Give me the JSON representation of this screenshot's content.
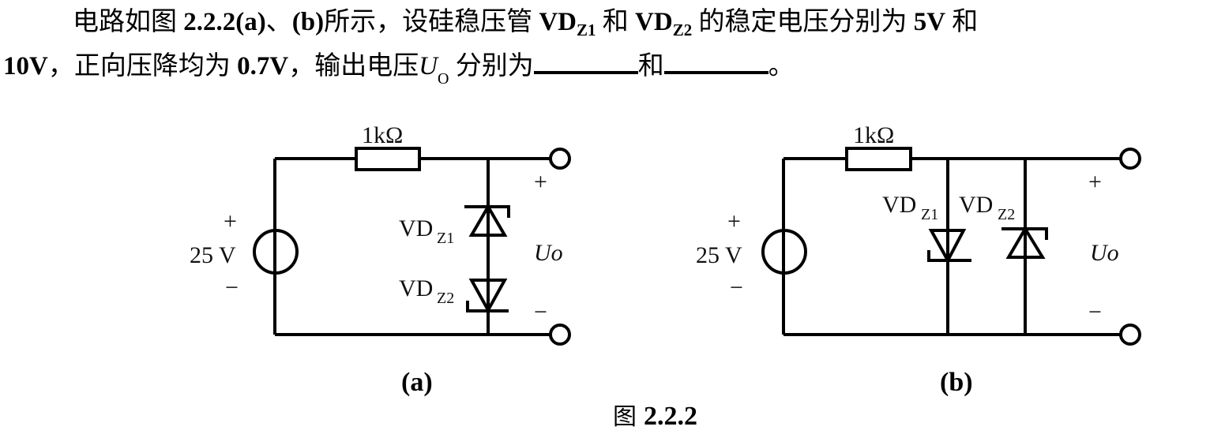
{
  "question": {
    "line1": {
      "p1": "电路如图 ",
      "fig_ref": "2.2.2(a)",
      "p2": "、",
      "fig_ref_b": "(b)",
      "p3": "所示，设硅稳压管 ",
      "vd": "VD",
      "z1": "Z1",
      "p4": " 和 ",
      "z2": "Z2",
      "p5": " 的稳定电压分别为 ",
      "v1": "5V",
      "p6": " 和"
    },
    "line2": {
      "v2": "10V",
      "p1": "，正向压降均为 ",
      "vf": "0.7V",
      "p2": "，输出电压",
      "u": "U",
      "o": "O",
      "p3": " 分别为",
      "p4": "和",
      "p5": "。"
    }
  },
  "figure": {
    "caption_prefix": "图 ",
    "caption_number": "2.2.2",
    "circuits": [
      {
        "label": "(a)",
        "resistor": "1kΩ",
        "source": "25 V",
        "plus": "+",
        "minus": "−",
        "out_plus": "+",
        "out_minus": "−",
        "output": "Uo",
        "diode1": {
          "name": "VD",
          "sub": "Z1"
        },
        "diode2": {
          "name": "VD",
          "sub": "Z2"
        },
        "configuration": "series"
      },
      {
        "label": "(b)",
        "resistor": "1kΩ",
        "source": "25 V",
        "plus": "+",
        "minus": "−",
        "out_plus": "+",
        "out_minus": "−",
        "output": "Uo",
        "diode1": {
          "name": "VD",
          "sub": "Z1"
        },
        "diode2": {
          "name": "VD",
          "sub": "Z2"
        },
        "configuration": "parallel"
      }
    ]
  }
}
